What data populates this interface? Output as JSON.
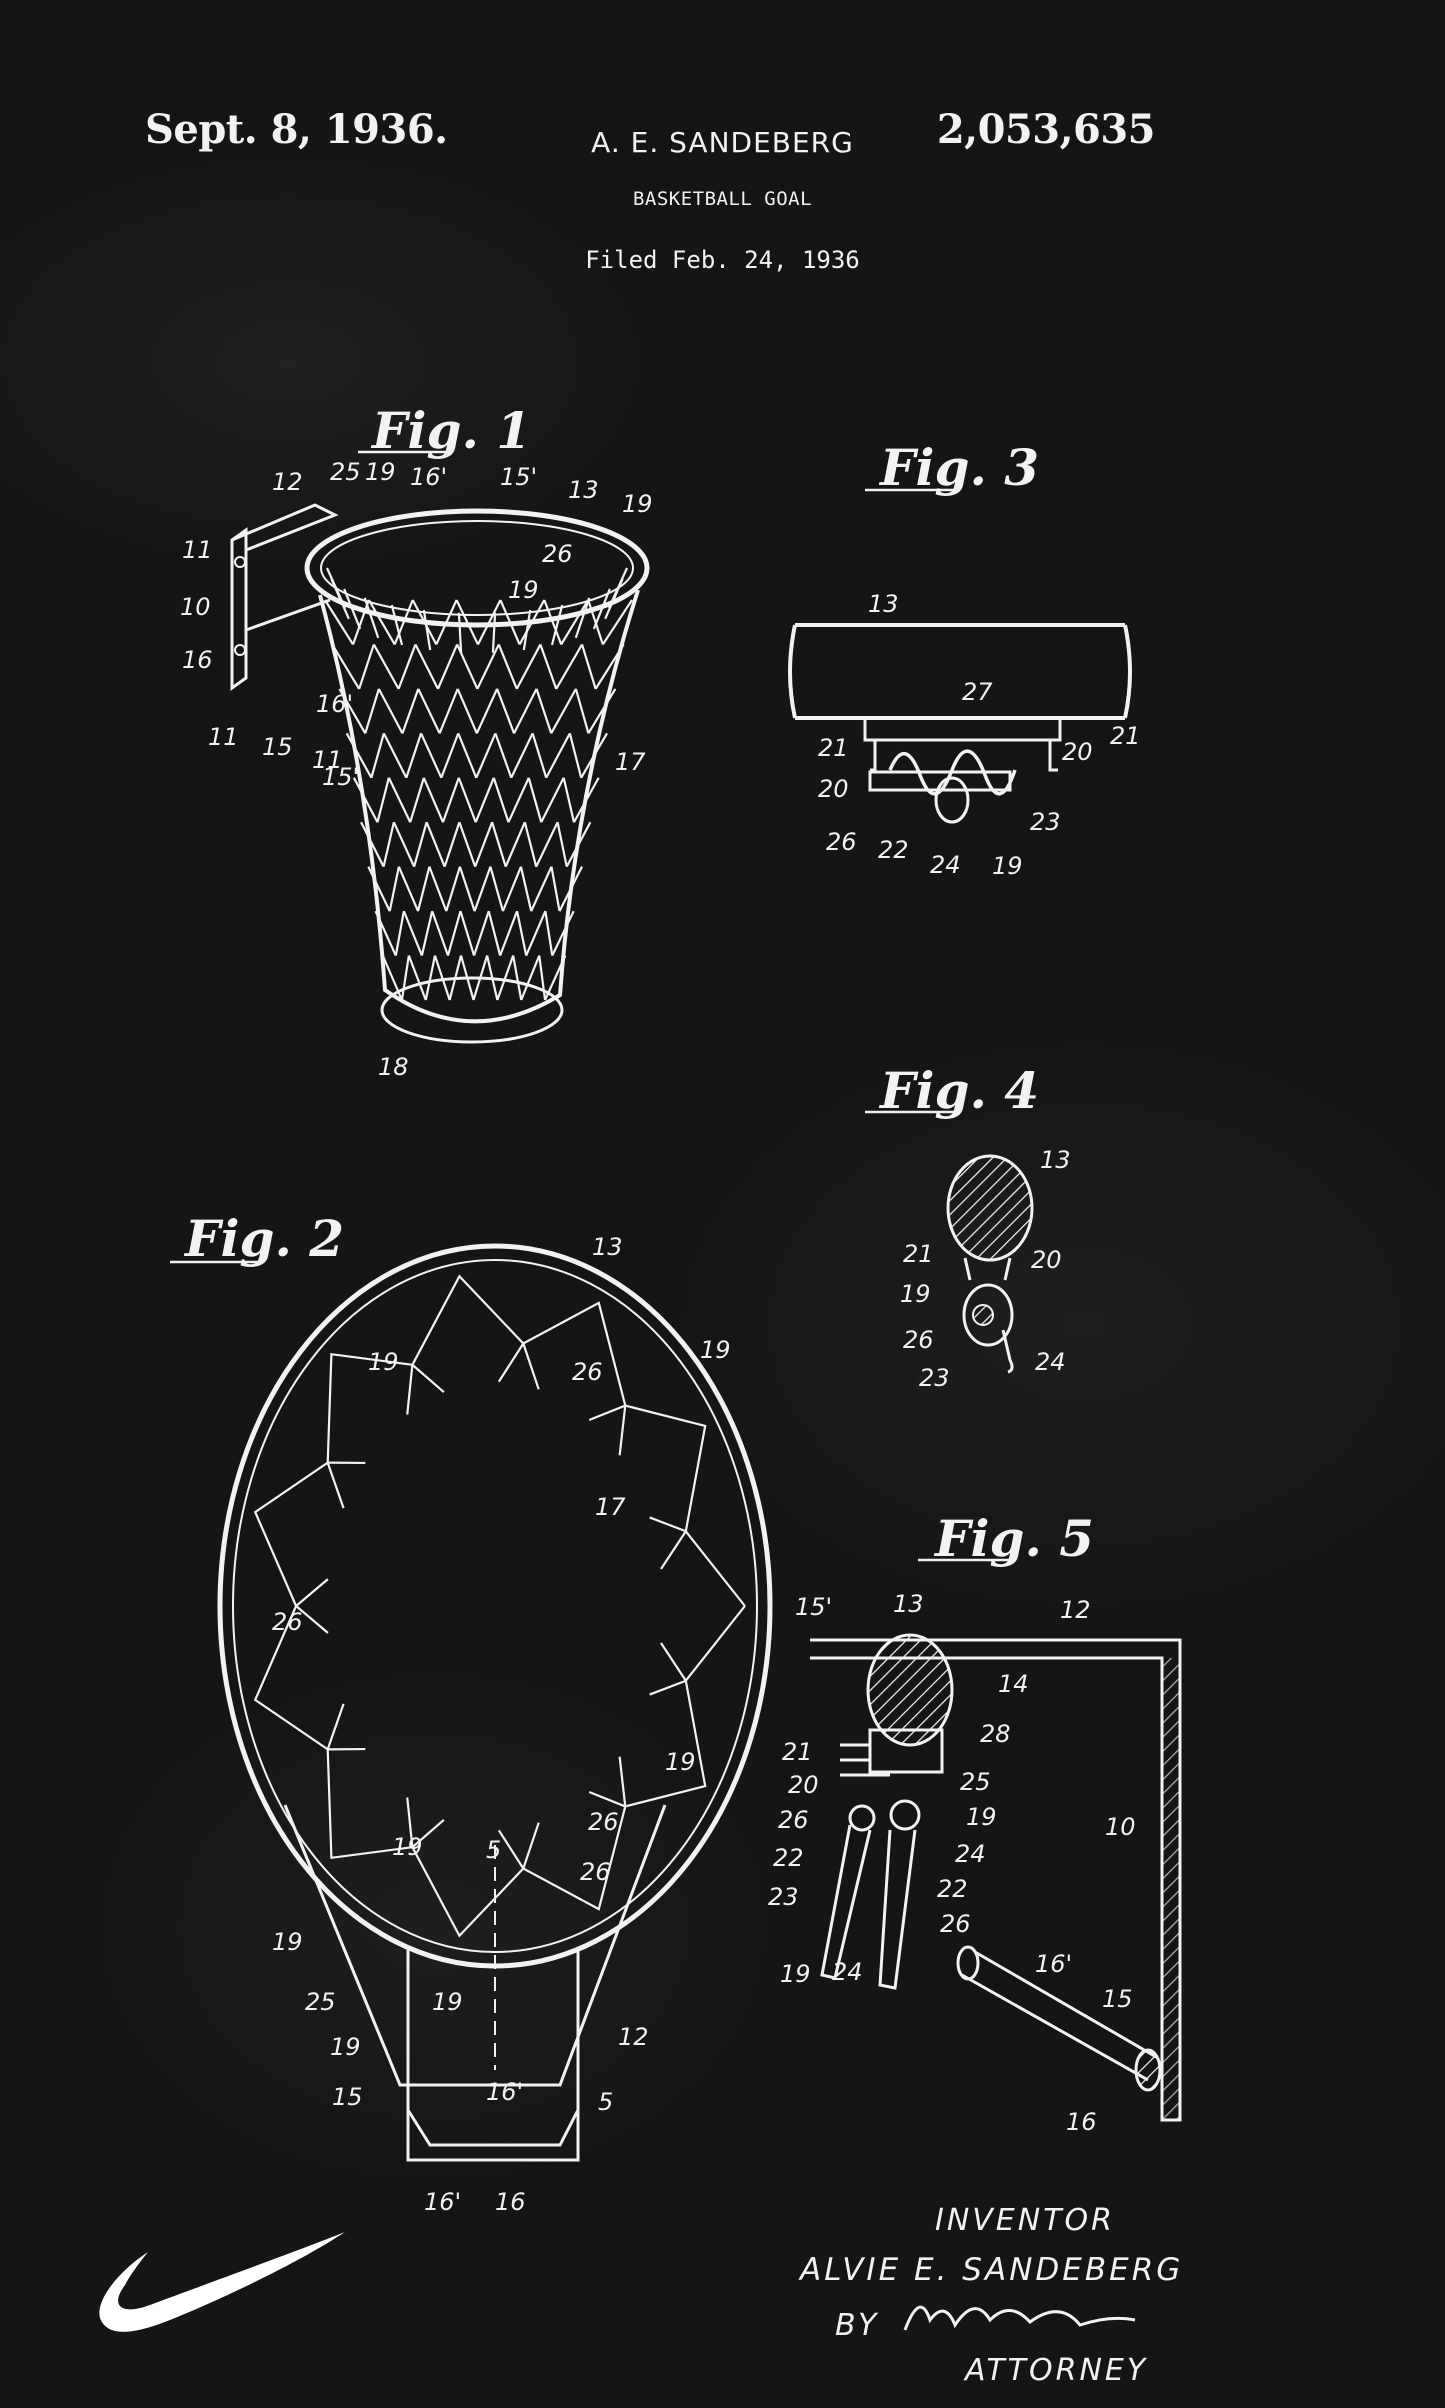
{
  "header": {
    "date": "Sept. 8, 1936.",
    "inventor": "A. E. SANDEBERG",
    "patent_number": "2,053,635",
    "title": "BASKETBALL GOAL",
    "filed": "Filed Feb. 24, 1936"
  },
  "figures": {
    "fig1": "Fig. 1",
    "fig2": "Fig. 2",
    "fig3": "Fig. 3",
    "fig4": "Fig. 4",
    "fig5": "Fig. 5"
  },
  "refs": {
    "fig1": [
      "12",
      "25",
      "19",
      "16'",
      "15'",
      "13",
      "19",
      "11",
      "10",
      "16",
      "11",
      "15",
      "11",
      "16'",
      "26",
      "19",
      "15'",
      "17",
      "18"
    ],
    "fig2": [
      "13",
      "19",
      "26",
      "19",
      "17",
      "26",
      "15'",
      "19",
      "26",
      "19",
      "26",
      "19",
      "5",
      "19",
      "25",
      "19",
      "12",
      "16'",
      "5",
      "15",
      "16'",
      "16",
      "10"
    ],
    "fig3": [
      "13",
      "27",
      "21",
      "20",
      "20",
      "21",
      "26",
      "22",
      "24",
      "19",
      "23"
    ],
    "fig4": [
      "13",
      "21",
      "20",
      "19",
      "26",
      "23",
      "24"
    ],
    "fig5": [
      "13",
      "12",
      "14",
      "28",
      "21",
      "25",
      "20",
      "19",
      "26",
      "24",
      "22",
      "22",
      "23",
      "26",
      "19",
      "24",
      "10",
      "16'",
      "15",
      "16"
    ]
  },
  "signature": {
    "inventor_label": "INVENTOR",
    "inventor_name": "ALVIE E. SANDEBERG",
    "by": "BY",
    "attorney_label": "ATTORNEY"
  },
  "logo": "swoosh-logo",
  "colors": {
    "background": "#151515",
    "ink": "#f2f2f2"
  }
}
